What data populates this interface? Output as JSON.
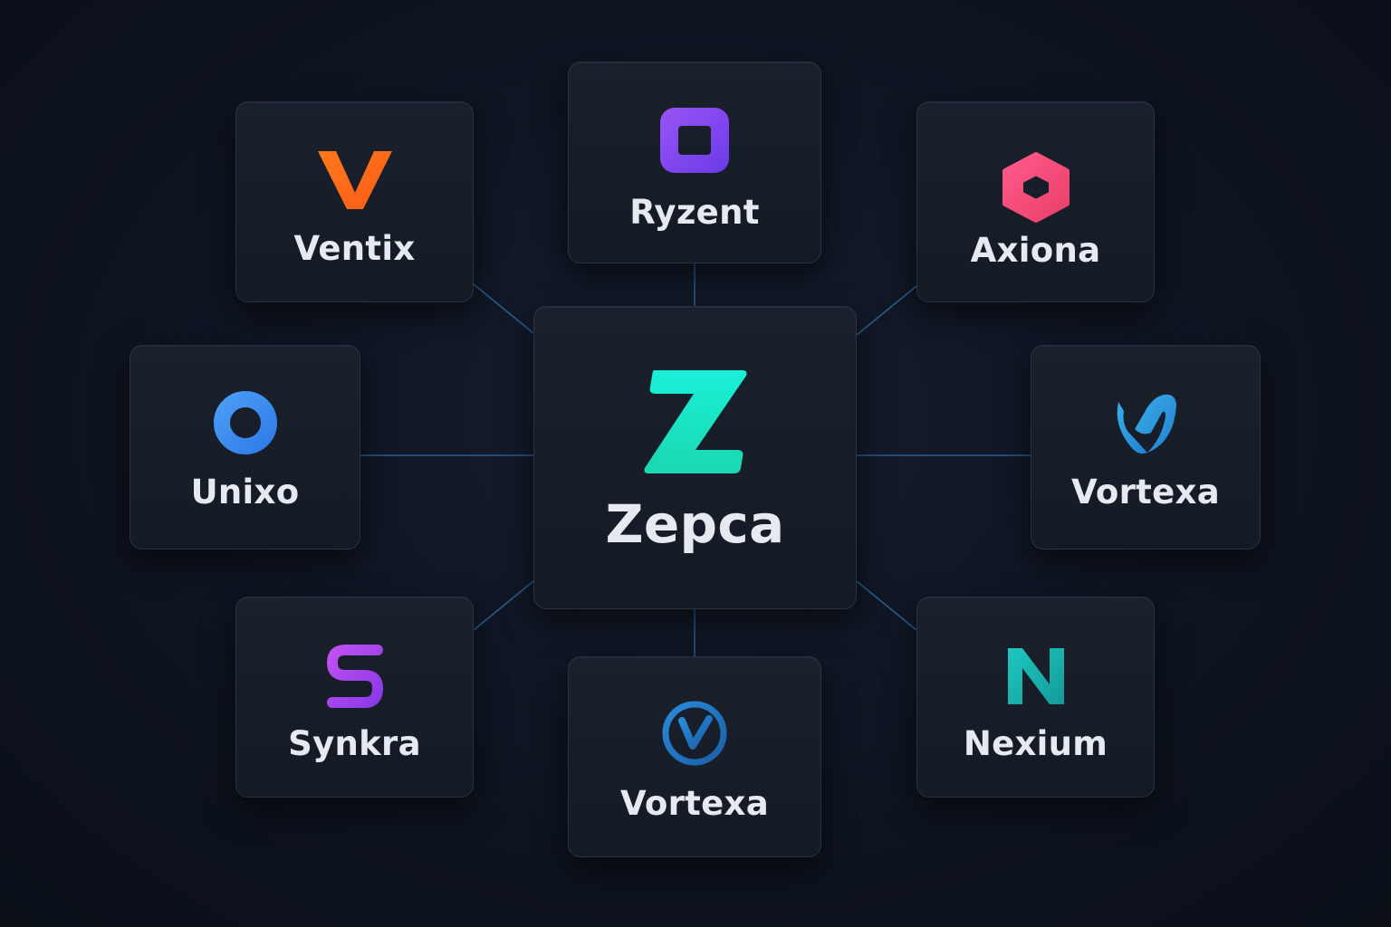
{
  "hub": {
    "name": "Zepca",
    "icon": "z-letter-icon",
    "color": "#1ee6c8"
  },
  "partners": [
    {
      "name": "Ventix",
      "icon": "v-chevron-icon",
      "color": "#ff6a1a"
    },
    {
      "name": "Ryzent",
      "icon": "rounded-square-icon",
      "color": "#8b4cf0"
    },
    {
      "name": "Axiona",
      "icon": "hexagon-icon",
      "color": "#ff4f7e"
    },
    {
      "name": "Unixo",
      "icon": "ring-icon",
      "color": "#3d8ff0"
    },
    {
      "name": "Vortexa",
      "icon": "swoosh-icon",
      "color": "#2d9fe0"
    },
    {
      "name": "Synkra",
      "icon": "s-letter-icon",
      "color": "#b048f0"
    },
    {
      "name": "Vortexa",
      "icon": "v-circle-icon",
      "color": "#1f7fc8"
    },
    {
      "name": "Nexium",
      "icon": "n-letter-icon",
      "color": "#18b4b4"
    }
  ],
  "colors": {
    "background": "#0e1420",
    "card": "#181e28",
    "connector": "#2b5f8f",
    "text": "#e6e9ef"
  }
}
